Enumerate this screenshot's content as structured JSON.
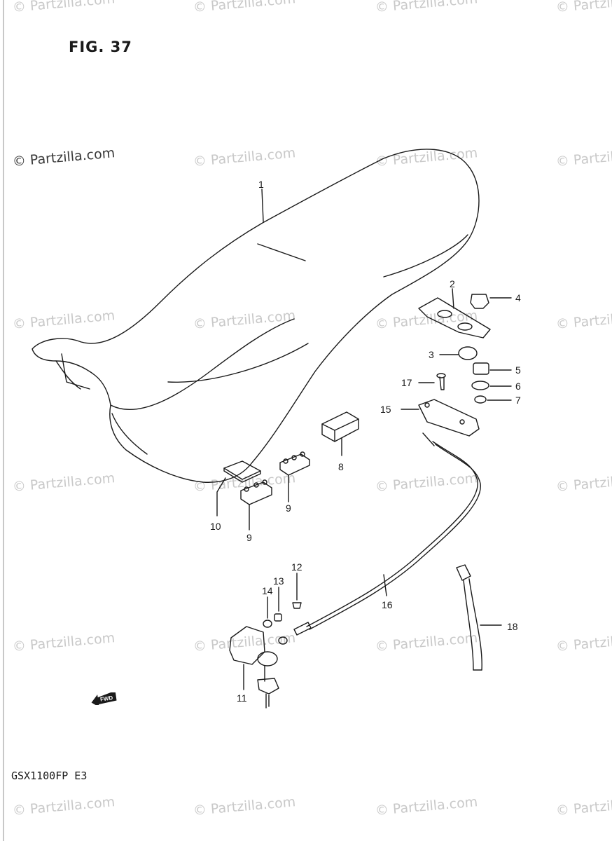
{
  "figure_label": "FIG. 37",
  "model_code": "GSX1100FP E3",
  "watermark_text": "© Partzilla.com",
  "fwd_label": "FWD",
  "callouts": {
    "p1": "1",
    "p2": "2",
    "p3": "3",
    "p4": "4",
    "p5": "5",
    "p6": "6",
    "p7": "7",
    "p8": "8",
    "p9a": "9",
    "p9b": "9",
    "p10": "10",
    "p11": "11",
    "p12": "12",
    "p13": "13",
    "p14": "14",
    "p15": "15",
    "p16": "16",
    "p17": "17",
    "p18": "18"
  },
  "colors": {
    "line": "#1a1a1a",
    "watermark": "#c9c9c9"
  }
}
